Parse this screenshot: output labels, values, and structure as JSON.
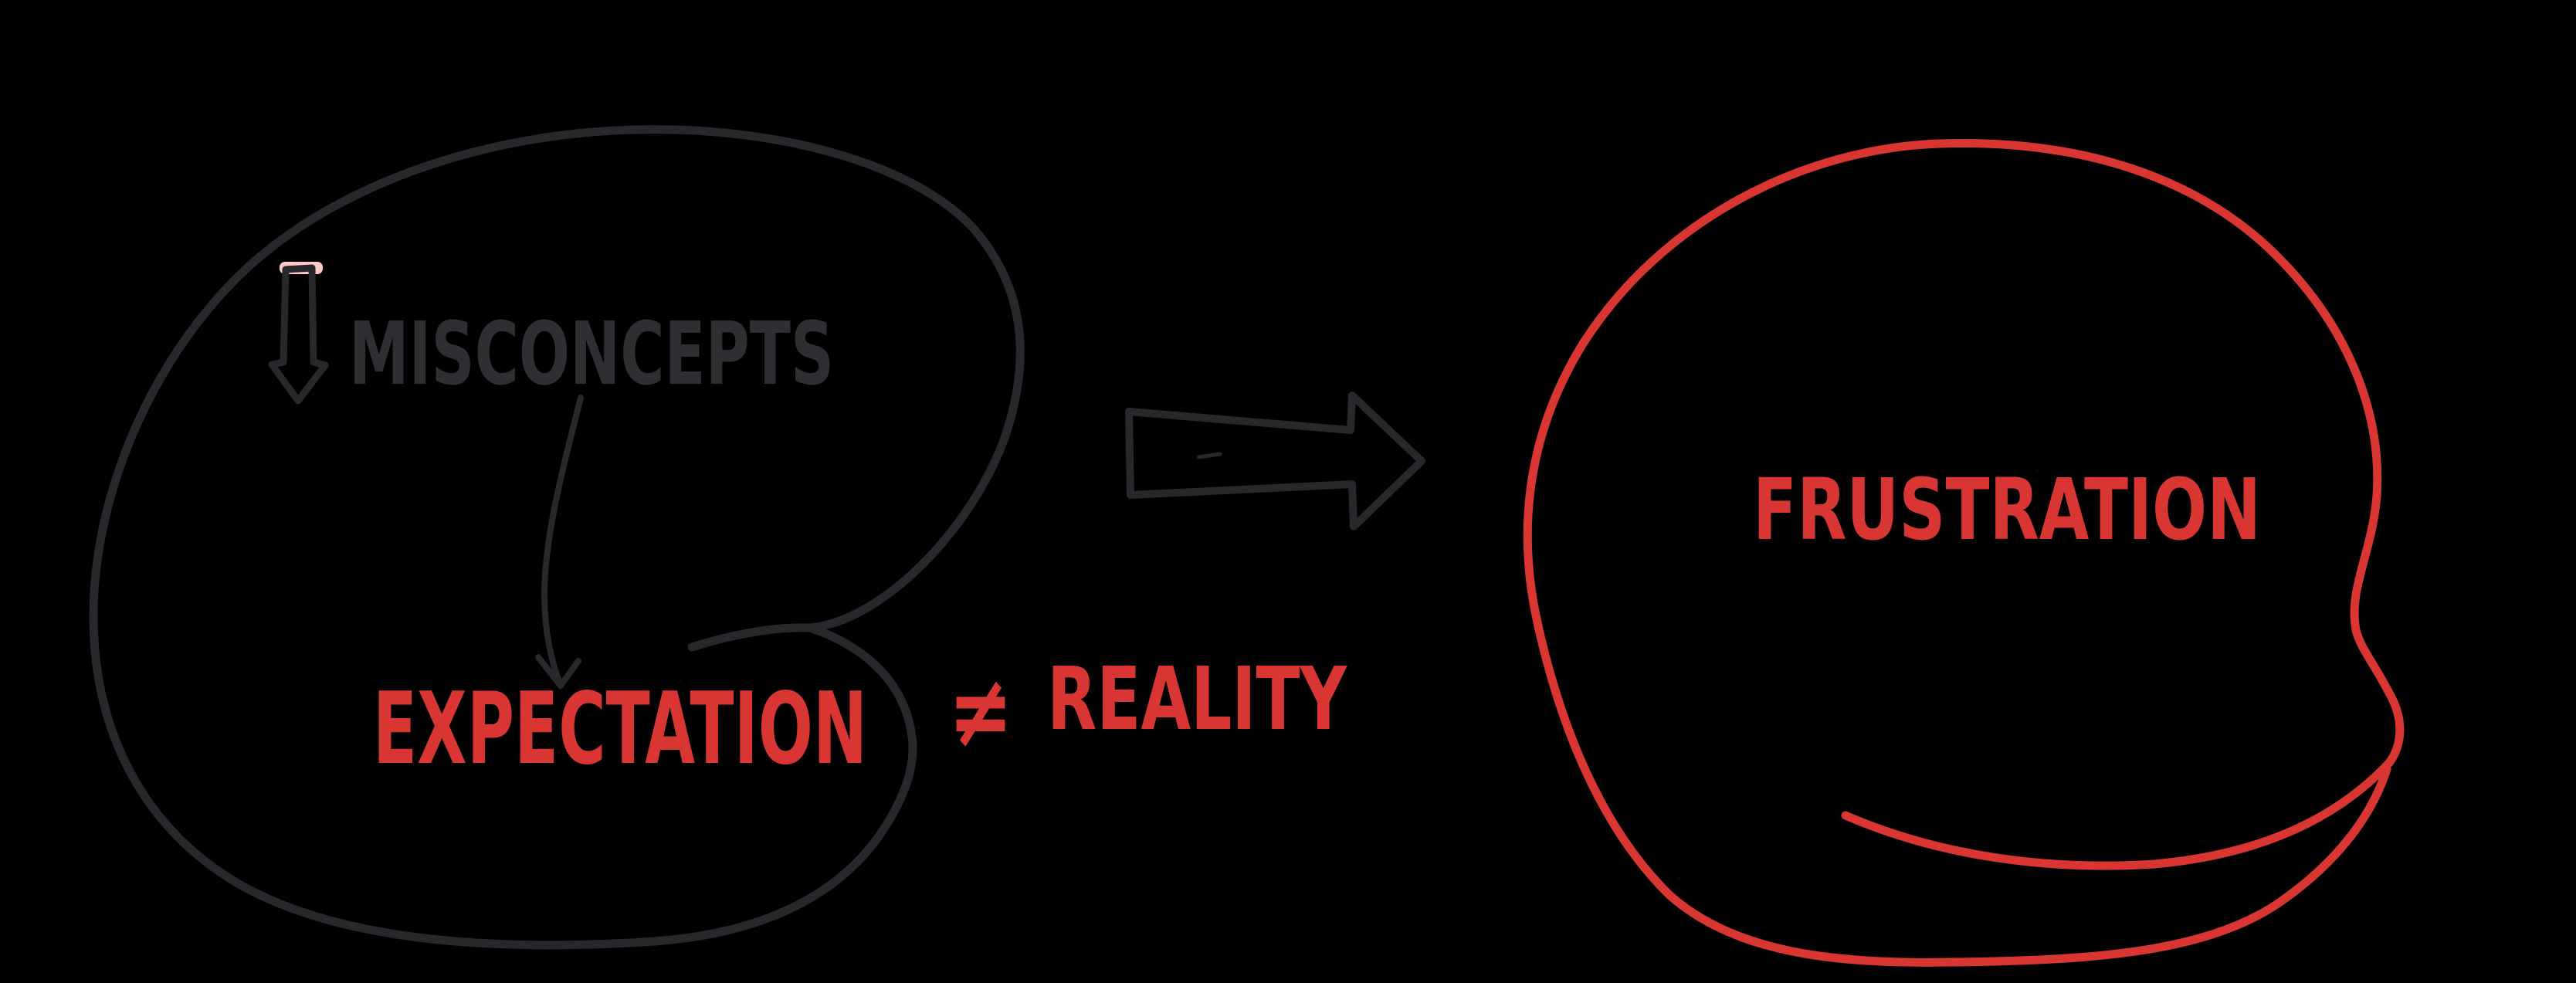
{
  "colors": {
    "background": "#000000",
    "charcoal": "#27272c",
    "charcoal_text": "#2e2e33",
    "red": "#d93633",
    "pink": "#ffc9c9"
  },
  "left_cloud": {
    "label": "MISCONCEPTS",
    "bottom_label": "EXPECTATION"
  },
  "inequality": {
    "symbol": "≠",
    "label": "REALITY"
  },
  "right_cloud": {
    "label": "FRUSTRATION"
  },
  "icons": {
    "down_arrow": "down-arrow-icon",
    "curved_arrow": "curved-arrow-icon",
    "right_arrow": "right-arrow-icon"
  }
}
